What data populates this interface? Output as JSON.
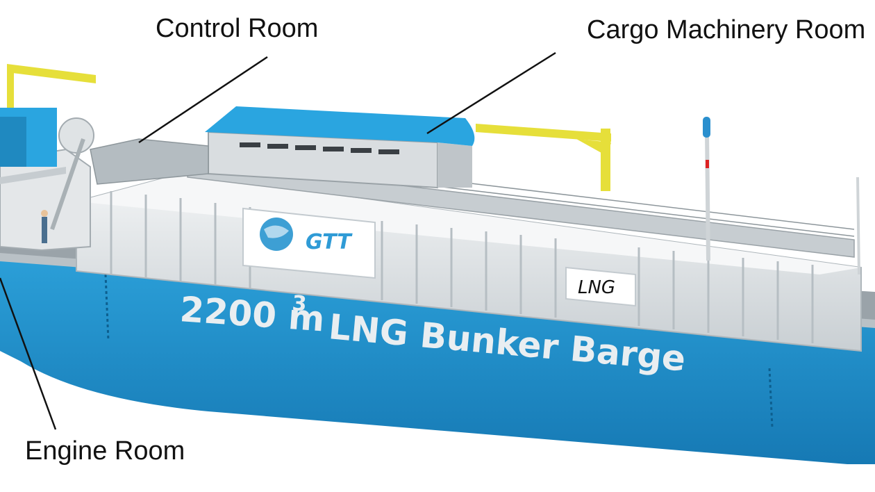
{
  "callouts": {
    "control_room": "Control Room",
    "cargo_machinery_room": "Cargo Machinery Room",
    "engine_room": "Engine Room"
  },
  "hull": {
    "title_number": "2200 m",
    "title_sup": "3",
    "title_rest": "LNG Bunker Barge"
  },
  "logo": {
    "text": "GTT"
  },
  "tank_sign": {
    "text": "LNG"
  },
  "colors": {
    "hull_blue": "#1f8fc9",
    "roof_blue": "#2aa5e0",
    "tank_white": "#e9ecee",
    "crane_yellow": "#e6df3a"
  }
}
